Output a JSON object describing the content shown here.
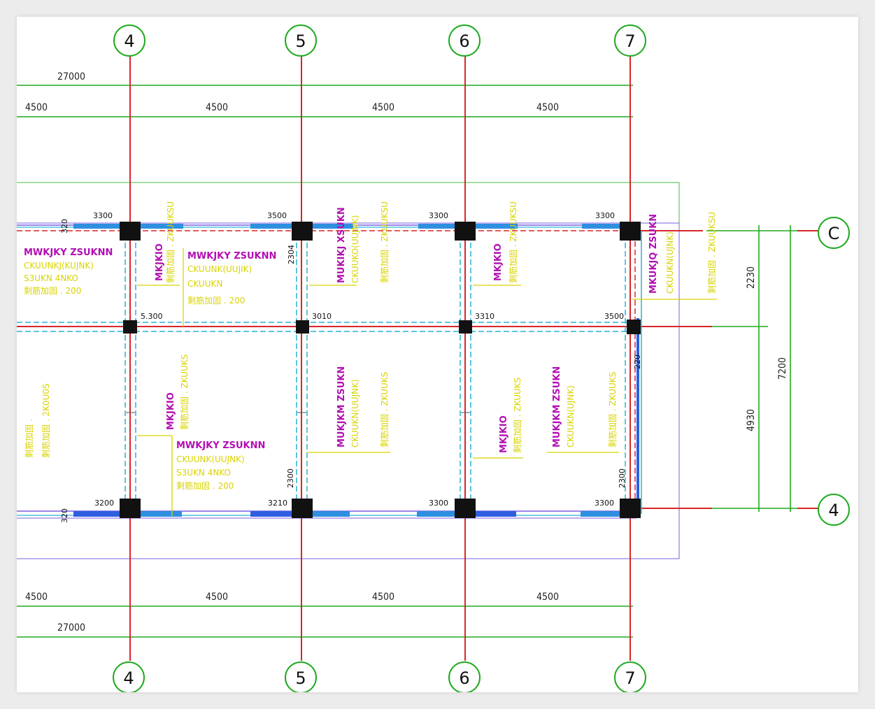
{
  "axes_top": [
    "4",
    "5",
    "6",
    "7"
  ],
  "axes_bottom": [
    "4",
    "5",
    "6",
    "7"
  ],
  "axes_right": [
    "C",
    "4"
  ],
  "dims": {
    "top_total": "27000",
    "top_first": "4500",
    "top_spans": [
      "4500",
      "4500",
      "4500"
    ],
    "bottom_first": "4500",
    "bottom_spans": [
      "4500",
      "4500",
      "4500"
    ],
    "bottom_total": "27000",
    "right_upper": "2230",
    "right_lower": "4930",
    "right_total": "7200",
    "col_top": [
      "3300",
      "3500",
      "3300",
      "3300"
    ],
    "col_mid": [
      "5.300",
      "3010",
      "3310",
      "3500"
    ],
    "col_bot": [
      "3200",
      "3210",
      "3300",
      "3300"
    ],
    "small_left_top": "320",
    "small_left_bot": "320",
    "small_mid_5": "2304",
    "small_bot_5": "2300",
    "small_bot_7": "2300",
    "small_right": "220"
  },
  "beams": {
    "b1": {
      "l1": "MWKJKY ZSUKNN",
      "l2": "CKUUNKJ(KUJNK)",
      "l3": "S3UKN 4NKO",
      "l4": "剩筋加固 . 200"
    },
    "b2": {
      "l1": "MWKJKY ZSUKNN",
      "l2": "CKUUNK(UUJIK)",
      "l3": "CKUUKN",
      "l4": "剩筋加固 . 200"
    },
    "b3": {
      "l1": "MWKJKY ZSUKNN",
      "l2": "CKUUNK(UUJNK)",
      "l3": "S3UKN 4NKO",
      "l4": "剩筋加固 . 200"
    },
    "v_c1": {
      "m": "MKJKIO",
      "y": "剩筋加固 . ZKUUKSU"
    },
    "v_c2": {
      "m": "MUKIKJ XSUKN",
      "y1": "CKUUKO(UUJNK)",
      "y2": "剩筋加固 . ZKUUKSU"
    },
    "v_c3": {
      "m": "MKJKIO",
      "y": "剩筋加固 . ZKUUKSU"
    },
    "v_c4": {
      "m": "MKUKJQ ZSUKN",
      "y1": "CKUUKN(UJNK)",
      "y2": "剩筋加固 . ZKUUKSU"
    },
    "v_l": {
      "y1": "剩筋加固 . 2K0U0S",
      "y2": "剩筋加固 ."
    },
    "v_b1": {
      "m": "MKJKIO",
      "y": "剩筋加固 . ZKUUKS"
    },
    "v_b2": {
      "m": "MUKJKM ZSUKN",
      "y1": "CKUUKN(UUJNK)",
      "y2": "剩筋加固 . ZKUUKS"
    },
    "v_b3": {
      "m": "MKJKIO",
      "y": "剩筋加固 . ZKUUKS"
    },
    "v_b4": {
      "m": "MUKJKM ZSUKN",
      "y1": "CKUUKN(UJNK)",
      "y2": "剩筋加固 . ZKUUKS"
    }
  },
  "colors": {
    "axis": "#d8262b",
    "dim": "#1faa1f",
    "beam_outline": "#27b3d6",
    "beam_fill": "#2f5fe0",
    "slab": "#6a4bd6",
    "column": "#111111",
    "label_magenta": "#b30fb3",
    "label_yellow": "#d9d400"
  }
}
